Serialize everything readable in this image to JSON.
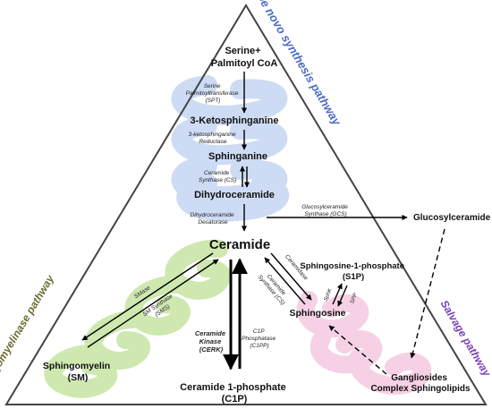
{
  "pathways": {
    "de_novo": "De novo synthesis pathway",
    "sphingomyelinase": "Sphingomyelinase pathway",
    "salvage": "Salvage pathway"
  },
  "nodes": {
    "serine_line1": "Serine+",
    "serine_line2": "Palmitoyl  CoA",
    "ketosphinganine": "3-Ketosphinganine",
    "sphinganine": "Sphinganine",
    "dihydroceramide": "Dihydroceramide",
    "ceramide": "Ceramide",
    "glucosylceramide": "Glucosylceramide",
    "s1p_line1": "Sphingosine-1-phosphate",
    "s1p_line2": "(S1P)",
    "sphingosine": "Sphingosine",
    "sphingomyelin_line1": "Sphingomyelin",
    "sphingomyelin_line2": "(SM)",
    "c1p_line1": "Ceramide 1-phosphate",
    "c1p_line2": "(C1P)",
    "gangliosides_line1": "Gangliosides",
    "gangliosides_line2": "Complex Sphingolipids"
  },
  "enzymes": {
    "spt_line1": "Serine",
    "spt_line2": "Palmitoyltransferase",
    "spt_line3": "(SPT)",
    "ksr_line1": "3-ketosphinganine",
    "ksr_line2": "Reductase",
    "cs_line1": "Ceramide",
    "cs_line2": "Synthase (CS)",
    "des_line1": "Dihydroceramide",
    "des_line2": "Desaturase",
    "gcs_line1": "Glucosylceramide",
    "gcs_line2": "Synthase (GCS)",
    "ceramidase": "Ceramidase",
    "cs2_line1": "Ceramide",
    "cs2_line2": "Synthase (CS)",
    "sphk": "SphK",
    "spp": "SPP",
    "smase": "SMase",
    "sms_line1": "SM Synthase",
    "sms_line2": "(SMS)",
    "cerk_line1": "Ceramide",
    "cerk_line2": "Kinase",
    "cerk_line3": "(CERK)",
    "c1pp_line1": "C1P",
    "c1pp_line2": "Phosphatase",
    "c1pp_line3": "(C1PP)"
  },
  "colors": {
    "de_novo_label": "#4a6cc4",
    "salvage_label": "#7a3fb8",
    "sphingomyelinase_label": "#6b6b2f",
    "blue_spiral": "#c5d6f3",
    "green_spiral": "#c9e6a8",
    "pink_spiral": "#f6cde3",
    "sphingosine_text": "#6a2bb0",
    "gangliosides_text": "#6a2bb0",
    "c1p_text": "#b03a10"
  }
}
